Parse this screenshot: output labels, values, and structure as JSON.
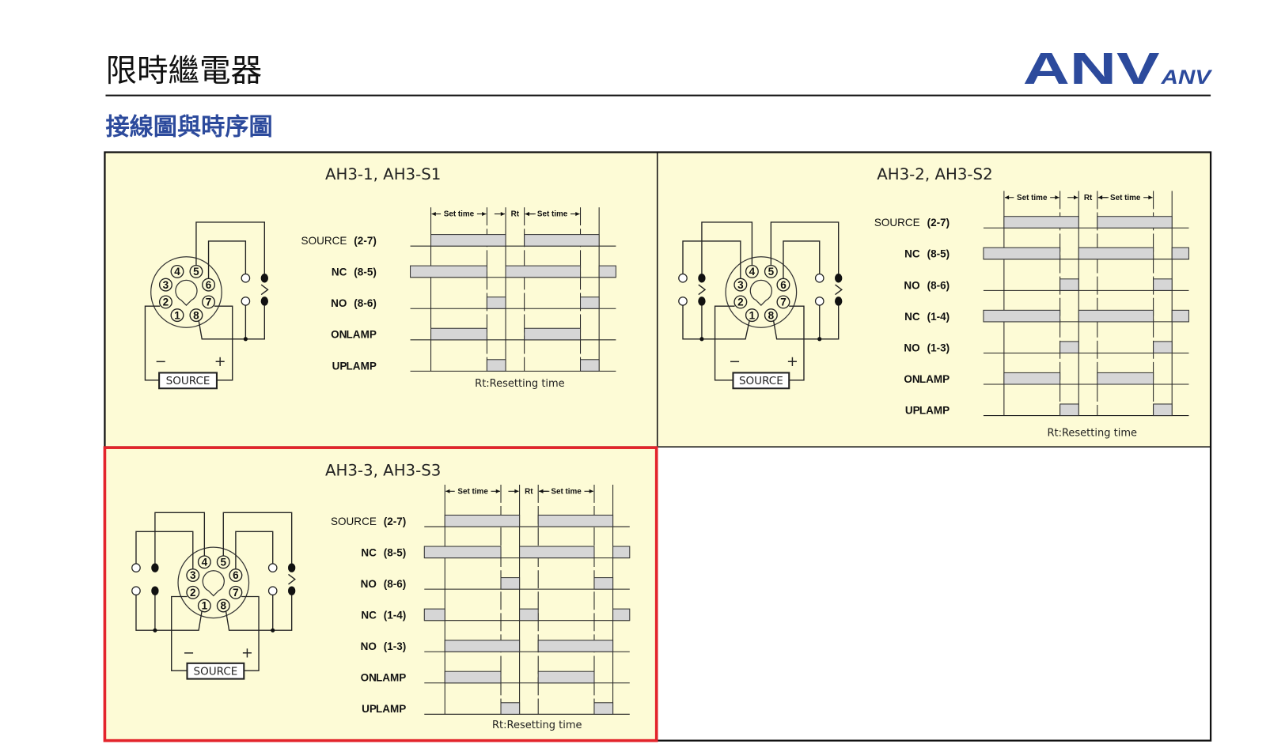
{
  "header": {
    "title": "限時繼電器",
    "subtitle": "接線圖與時序圖",
    "logo_text": "ANV",
    "logo_small_text": "ANV"
  },
  "colors": {
    "brand_blue": "#2c4a9c",
    "panel_bg": "#fdfbd6",
    "highlight_red": "#e3242b",
    "bar_fill": "#d6d6d6"
  },
  "common": {
    "pins": [
      "1",
      "2",
      "3",
      "4",
      "5",
      "6",
      "7",
      "8"
    ],
    "source_box": "SOURCE",
    "minus": "−",
    "plus": "+",
    "set_time": "Set time",
    "rt": "Rt",
    "rt_note": "Rt:Resetting time"
  },
  "panels": [
    {
      "title": "AH3-1, AH3-S1",
      "highlighted": false,
      "signals": [
        {
          "name": "SOURCE",
          "pins": "(2-7)",
          "high": [
            [
              0,
              4
            ],
            [
              5,
              9
            ]
          ]
        },
        {
          "name": "NC",
          "pins": "(8-5)",
          "high": [
            [
              -1.1,
              3
            ],
            [
              4,
              8
            ],
            [
              9,
              9.9
            ]
          ]
        },
        {
          "name": "NO",
          "pins": "(8-6)",
          "high": [
            [
              3,
              4
            ],
            [
              8,
              9
            ]
          ]
        },
        {
          "name": "ON",
          "pins": "LAMP",
          "high": [
            [
              0,
              3
            ],
            [
              5,
              8
            ]
          ]
        },
        {
          "name": "UP",
          "pins": "LAMP",
          "high": [
            [
              3,
              4
            ],
            [
              8,
              9
            ]
          ]
        }
      ]
    },
    {
      "title": "AH3-2, AH3-S2",
      "highlighted": false,
      "signals": [
        {
          "name": "SOURCE",
          "pins": "(2-7)",
          "high": [
            [
              0,
              4
            ],
            [
              5,
              9
            ]
          ]
        },
        {
          "name": "NC",
          "pins": "(8-5)",
          "high": [
            [
              -1.1,
              3
            ],
            [
              4,
              8
            ],
            [
              9,
              9.9
            ]
          ]
        },
        {
          "name": "NO",
          "pins": "(8-6)",
          "high": [
            [
              3,
              4
            ],
            [
              8,
              9
            ]
          ]
        },
        {
          "name": "NC",
          "pins": "(1-4)",
          "high": [
            [
              -1.1,
              3
            ],
            [
              4,
              8
            ],
            [
              9,
              9.9
            ]
          ]
        },
        {
          "name": "NO",
          "pins": "(1-3)",
          "high": [
            [
              3,
              4
            ],
            [
              8,
              9
            ]
          ]
        },
        {
          "name": "ON",
          "pins": "LAMP",
          "high": [
            [
              0,
              3
            ],
            [
              5,
              8
            ]
          ]
        },
        {
          "name": "UP",
          "pins": "LAMP",
          "high": [
            [
              3,
              4
            ],
            [
              8,
              9
            ]
          ]
        }
      ]
    },
    {
      "title": "AH3-3, AH3-S3",
      "highlighted": true,
      "signals": [
        {
          "name": "SOURCE",
          "pins": "(2-7)",
          "high": [
            [
              0,
              4
            ],
            [
              5,
              9
            ]
          ]
        },
        {
          "name": "NC",
          "pins": "(8-5)",
          "high": [
            [
              -1.1,
              3
            ],
            [
              4,
              8
            ],
            [
              9,
              9.9
            ]
          ]
        },
        {
          "name": "NO",
          "pins": "(8-6)",
          "high": [
            [
              3,
              4
            ],
            [
              8,
              9
            ]
          ]
        },
        {
          "name": "NC",
          "pins": "(1-4)",
          "high": [
            [
              -1.1,
              0
            ],
            [
              4,
              5
            ],
            [
              9,
              9.9
            ]
          ]
        },
        {
          "name": "NO",
          "pins": "(1-3)",
          "high": [
            [
              0,
              4
            ],
            [
              5,
              9
            ]
          ]
        },
        {
          "name": "ON",
          "pins": "LAMP",
          "high": [
            [
              0,
              3
            ],
            [
              5,
              8
            ]
          ]
        },
        {
          "name": "UP",
          "pins": "LAMP",
          "high": [
            [
              3,
              4
            ],
            [
              8,
              9
            ]
          ]
        }
      ]
    }
  ],
  "chart_data": {
    "type": "timing",
    "time_markers": [
      0,
      3,
      4,
      5,
      8,
      9
    ],
    "time_range": [
      -1.1,
      9.9
    ],
    "note": "Rt:Resetting time"
  }
}
